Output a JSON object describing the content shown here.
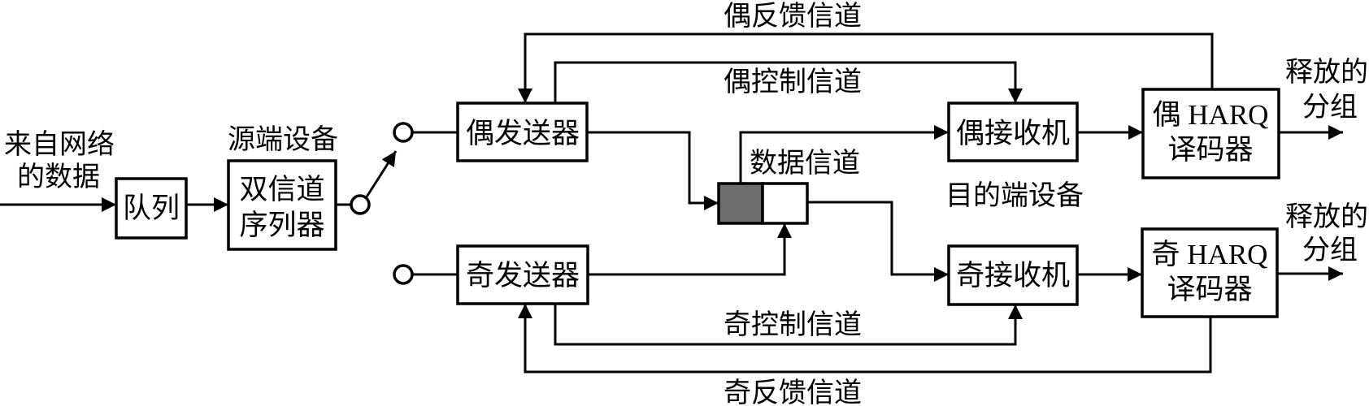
{
  "colors": {
    "background": "#ffffff",
    "stroke": "#000000",
    "box_fill": "#ffffff",
    "even_slot_fill": "#6e6e6e",
    "odd_slot_fill": "#ffffff"
  },
  "labels": {
    "input_line1": "来自网络",
    "input_line2": "的数据",
    "source_device": "源端设备",
    "destination_device": "目的端设备",
    "data_channel": "数据信道",
    "even_feedback_channel": "偶反馈信道",
    "even_control_channel": "偶控制信道",
    "odd_control_channel": "奇控制信道",
    "odd_feedback_channel": "奇反馈信道",
    "released_top_line1": "释放的",
    "released_top_line2": "分组",
    "released_bottom_line1": "释放的",
    "released_bottom_line2": "分组"
  },
  "boxes": {
    "queue": "队列",
    "sequencer_line1": "双信道",
    "sequencer_line2": "序列器",
    "even_transmitter": "偶发送器",
    "odd_transmitter": "奇发送器",
    "even_receiver": "偶接收机",
    "odd_receiver": "奇接收机",
    "even_harq_decoder_line1": "偶 HARQ",
    "even_harq_decoder_line2": "译码器",
    "odd_harq_decoder_line1": "奇 HARQ",
    "odd_harq_decoder_line2": "译码器"
  }
}
